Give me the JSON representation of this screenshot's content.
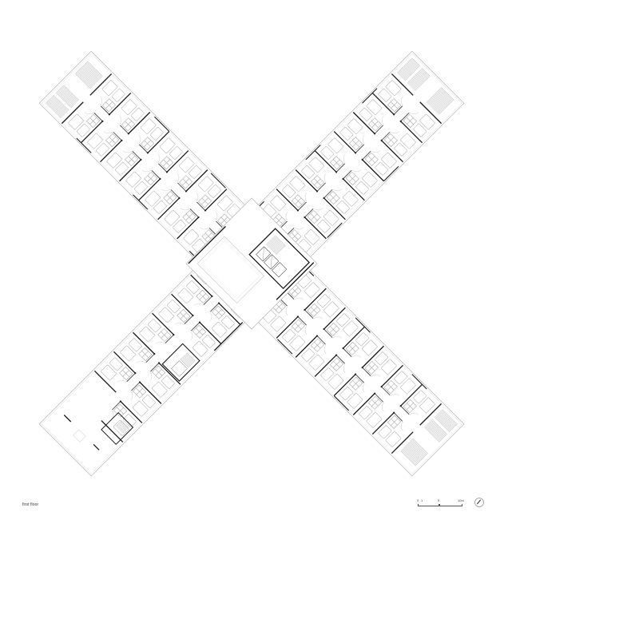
{
  "drawing": {
    "type": "architectural floor plan",
    "title": "first floor",
    "layout": "X-shaped building with four wings meeting at a central core",
    "wings": [
      {
        "id": "north-west",
        "rooms_per_side": 10,
        "end": "stair"
      },
      {
        "id": "north-east",
        "rooms_per_side": 10,
        "end": "stair"
      },
      {
        "id": "south-west",
        "rooms_per_side": 8,
        "end": "open",
        "note": "mixed room layout with service cores"
      },
      {
        "id": "south-east",
        "rooms_per_side": 10,
        "end": "stair"
      }
    ],
    "core": {
      "elements": [
        "atrium void",
        "stair",
        "lifts"
      ]
    }
  },
  "scale_bar": {
    "ticks": [
      "0",
      "1",
      "5",
      "10m"
    ],
    "unit": "m"
  },
  "north_arrow": {
    "icon": "north-arrow-icon"
  },
  "colors": {
    "background": "#ffffff",
    "outline": "#b5b5b5",
    "wall": "#1a1a1a",
    "furniture": "#9a9a9a",
    "hatch": "#c8c8c8"
  }
}
